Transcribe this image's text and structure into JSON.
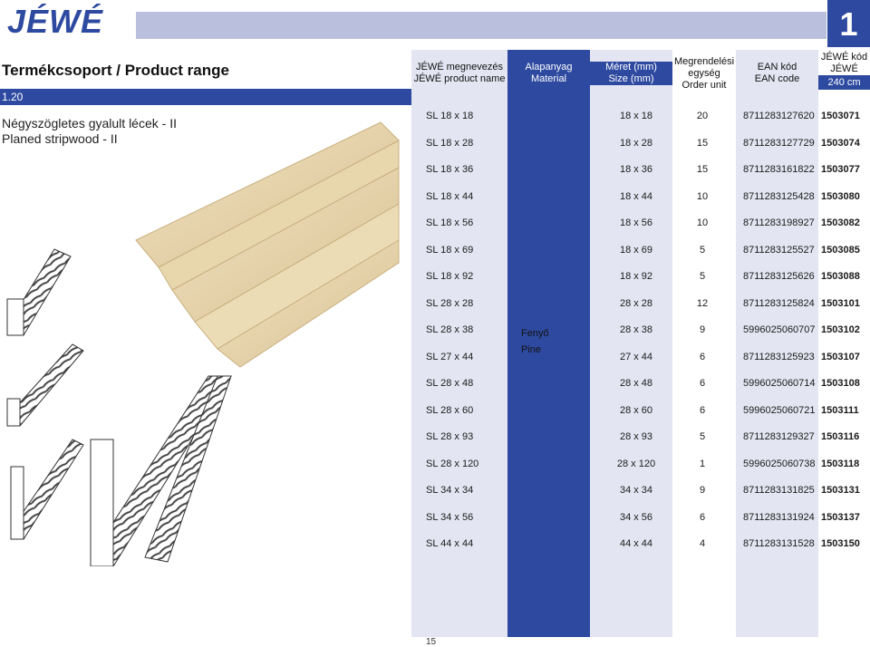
{
  "header": {
    "logo": "JÉWÉ",
    "page_number": "1"
  },
  "section": {
    "title": "Termékcsoport / Product range",
    "number": "1.20",
    "category_hu": "Négyszögletes gyalult lécek - II",
    "category_en": "Planed stripwood - II"
  },
  "table": {
    "headers": {
      "name_hu": "JÉWÉ megnevezés",
      "name_en": "JÉWÉ product name",
      "material_hu": "Alapanyag",
      "material_en": "Material",
      "size_hu": "Méret (mm)",
      "size_en": "Size (mm)",
      "order_hu_1": "Megrendelési",
      "order_hu_2": "egység",
      "order_en": "Order unit",
      "ean_hu": "EAN kód",
      "ean_en": "EAN code",
      "code_hu": "JÉWÉ kód",
      "code_en": "JÉWÉ code",
      "length": "240 cm"
    },
    "material_hu": "Fenyő",
    "material_en": "Pine",
    "rows": [
      {
        "name": "SL 18 x 18",
        "size": "18 x 18",
        "unit": "20",
        "ean": "8711283127620",
        "code": "1503071"
      },
      {
        "name": "SL 18 x 28",
        "size": "18 x 28",
        "unit": "15",
        "ean": "8711283127729",
        "code": "1503074"
      },
      {
        "name": "SL 18 x 36",
        "size": "18 x 36",
        "unit": "15",
        "ean": "8711283161822",
        "code": "1503077"
      },
      {
        "name": "SL 18 x 44",
        "size": "18 x 44",
        "unit": "10",
        "ean": "8711283125428",
        "code": "1503080"
      },
      {
        "name": "SL 18 x 56",
        "size": "18 x 56",
        "unit": "10",
        "ean": "8711283198927",
        "code": "1503082"
      },
      {
        "name": "SL 18 x 69",
        "size": "18 x 69",
        "unit": "5",
        "ean": "8711283125527",
        "code": "1503085"
      },
      {
        "name": "SL 18 x 92",
        "size": "18 x 92",
        "unit": "5",
        "ean": "8711283125626",
        "code": "1503088"
      },
      {
        "name": "SL 28 x 28",
        "size": "28 x 28",
        "unit": "12",
        "ean": "8711283125824",
        "code": "1503101"
      },
      {
        "name": "SL 28 x 38",
        "size": "28 x 38",
        "unit": "9",
        "ean": "5996025060707",
        "code": "1503102"
      },
      {
        "name": "SL 27 x 44",
        "size": "27 x 44",
        "unit": "6",
        "ean": "8711283125923",
        "code": "1503107"
      },
      {
        "name": "SL 28 x 48",
        "size": "28 x 48",
        "unit": "6",
        "ean": "5996025060714",
        "code": "1503108"
      },
      {
        "name": "SL 28 x 60",
        "size": "28 x 60",
        "unit": "6",
        "ean": "5996025060721",
        "code": "1503111"
      },
      {
        "name": "SL 28 x 93",
        "size": "28 x 93",
        "unit": "5",
        "ean": "8711283129327",
        "code": "1503116"
      },
      {
        "name": "SL 28 x 120",
        "size": "28 x 120",
        "unit": "1",
        "ean": "5996025060738",
        "code": "1503118"
      },
      {
        "name": "SL 34 x 34",
        "size": "34 x 34",
        "unit": "9",
        "ean": "8711283131825",
        "code": "1503131"
      },
      {
        "name": "SL 34 x 56",
        "size": "34 x 56",
        "unit": "6",
        "ean": "8711283131924",
        "code": "1503137"
      },
      {
        "name": "SL 44 x 44",
        "size": "44 x 44",
        "unit": "4",
        "ean": "8711283131528",
        "code": "1503150"
      }
    ]
  },
  "footer": {
    "page": "15"
  },
  "colors": {
    "brand_blue": "#2e4aa0",
    "band": "#b9bfdd",
    "light_col": "#e3e6f2"
  }
}
